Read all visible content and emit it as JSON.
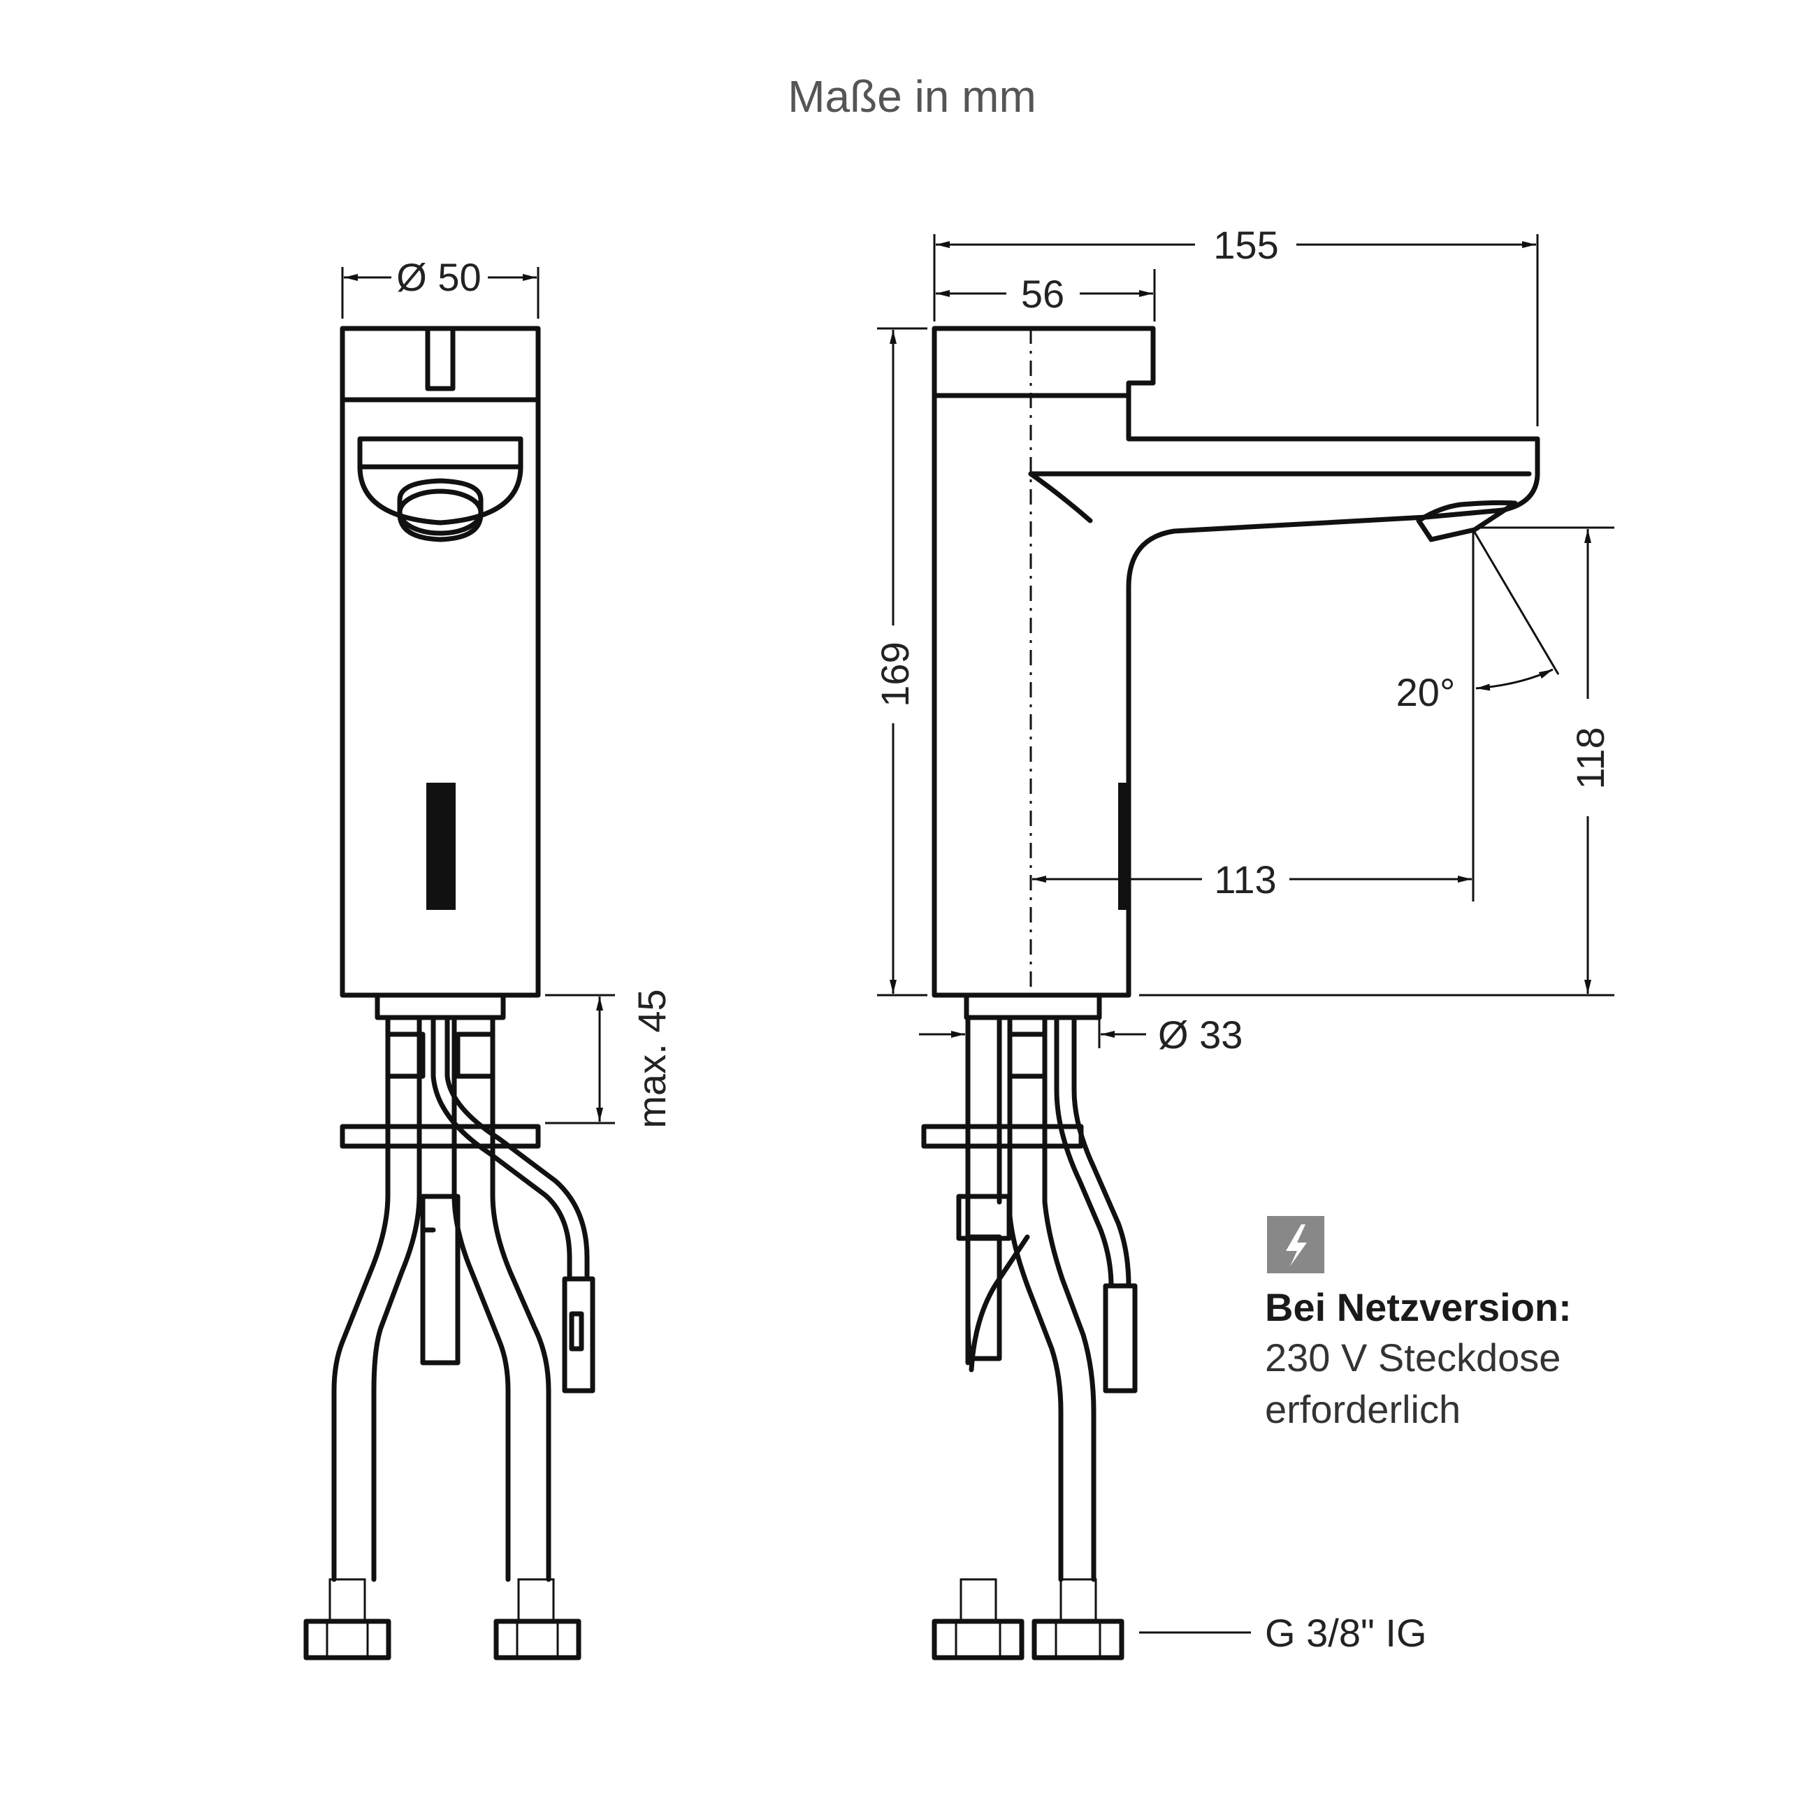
{
  "title": "Maße in mm",
  "dimensions": {
    "diameter_top": "Ø 50",
    "max_depth": "max. 45",
    "total_length": "155",
    "body_depth": "56",
    "height": "169",
    "angle": "20°",
    "outlet_height": "118",
    "outlet_reach": "113",
    "shank_diameter": "Ø 33",
    "connection": "G 3/8\" IG"
  },
  "note": {
    "icon": "lightning-icon",
    "heading": "Bei Netzversion:",
    "line1": "230 V Steckdose",
    "line2": "erforderlich",
    "icon_color": "#888888"
  }
}
